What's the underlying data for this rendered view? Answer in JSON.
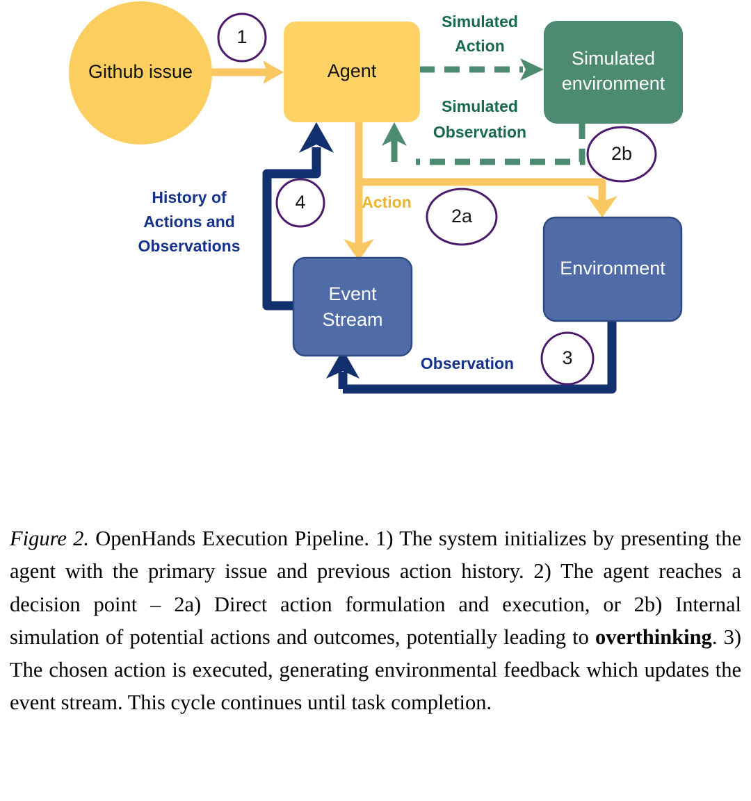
{
  "figure": {
    "nodes": [
      {
        "id": "github-issue",
        "label": "Github issue",
        "shape": "circle",
        "fill": "#FBCE5F",
        "text_color": "#111111"
      },
      {
        "id": "agent",
        "label": "Agent",
        "shape": "rounded-rect",
        "fill": "#FFD265",
        "text_color": "#111111"
      },
      {
        "id": "simulated-environment",
        "label": "Simulated environment",
        "label_line1": "Simulated",
        "label_line2": "environment",
        "shape": "rounded-rect",
        "fill": "#4D8A72",
        "text_color": "#FFFFFF"
      },
      {
        "id": "environment",
        "label": "Environment",
        "shape": "rounded-rect",
        "fill": "#4F6BA8",
        "text_color": "#FFFFFF"
      },
      {
        "id": "event-stream",
        "label": "Event Stream",
        "label_line1": "Event",
        "label_line2": "Stream",
        "shape": "rounded-rect",
        "fill": "#4F6BA8",
        "text_color": "#FFFFFF"
      }
    ],
    "edge_labels": {
      "simulated_action_line1": "Simulated",
      "simulated_action_line2": "Action",
      "simulated_observation_line1": "Simulated",
      "simulated_observation_line2": "Observation",
      "history_line1": "History of",
      "history_line2": "Actions and",
      "history_line3": "Observations",
      "action": "Action",
      "observation": "Observation"
    },
    "step_badges": [
      {
        "id": "step-1",
        "number": "1"
      },
      {
        "id": "step-2b",
        "number": "2b"
      },
      {
        "id": "step-4",
        "number": "4"
      },
      {
        "id": "step-2a",
        "number": "2a"
      },
      {
        "id": "step-3",
        "number": "3"
      }
    ],
    "colors": {
      "yellow_flow": "#FAC863",
      "gold_text": "#EDB52E",
      "navy_flow": "#12306E",
      "navy_text": "#16338C",
      "green_flow": "#4D8A72",
      "green_text": "#176B4C",
      "badge_outline": "#4B1A6B",
      "badge_fill": "#FFFFFF",
      "blue_node": "#4F6BA8",
      "blue_node_stroke": "#2E4A84",
      "yellow_node": "#FFD265",
      "circle_node": "#FBCE5F",
      "green_node": "#4D8A72"
    }
  },
  "caption": {
    "figure_number": "Figure 2.",
    "text_part1": " OpenHands Execution Pipeline. 1) The system initializes by presenting the agent with the primary issue and previous action history. 2) The agent reaches a decision point – 2a) Direct action formulation and execution, or 2b) Internal simulation of potential actions and outcomes, potentially leading to ",
    "bold_word": "overthinking",
    "text_part2": ". 3) The chosen action is executed, generating environmental feedback which updates the event stream. This cycle continues until task completion."
  }
}
